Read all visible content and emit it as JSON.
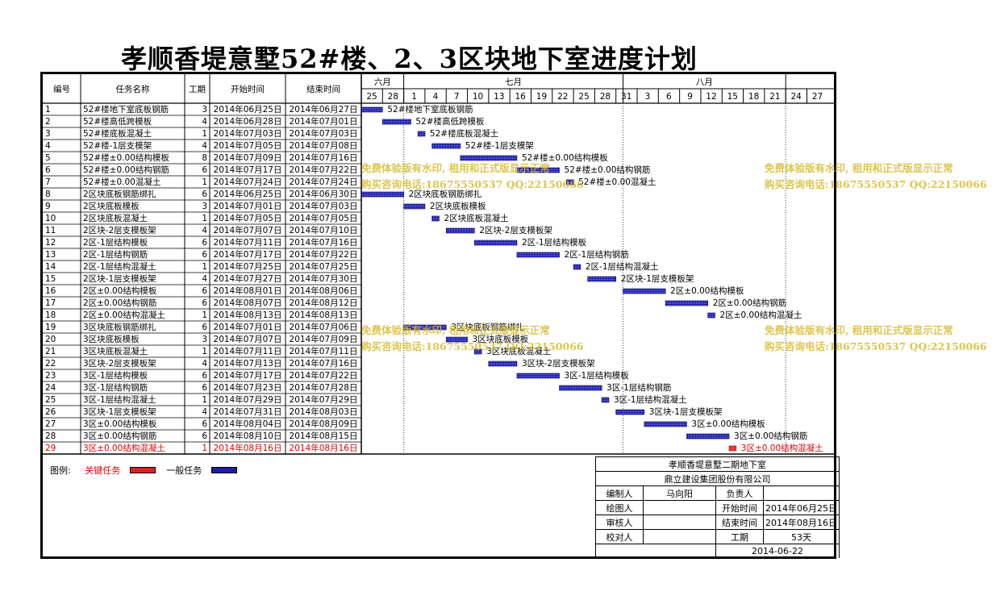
{
  "title": "孝顺香堤意墅52#楼、2、3区块地下室进度计划",
  "headers": {
    "id": "编号",
    "name": "任务名称",
    "dur": "工期",
    "start": "开始时间",
    "end": "结束时间"
  },
  "months": [
    {
      "label": "六月",
      "from": 0,
      "to": 6
    },
    {
      "label": "七月",
      "from": 6,
      "to": 37
    },
    {
      "label": "八月",
      "from": 37,
      "to": 60
    }
  ],
  "day_ticks": [
    {
      "label": "25",
      "d": 0
    },
    {
      "label": "28",
      "d": 3
    },
    {
      "label": "1",
      "d": 6
    },
    {
      "label": "4",
      "d": 9
    },
    {
      "label": "7",
      "d": 12
    },
    {
      "label": "10",
      "d": 15
    },
    {
      "label": "13",
      "d": 18
    },
    {
      "label": "16",
      "d": 21
    },
    {
      "label": "19",
      "d": 24
    },
    {
      "label": "22",
      "d": 27
    },
    {
      "label": "25",
      "d": 30
    },
    {
      "label": "28",
      "d": 33
    },
    {
      "label": "31",
      "d": 36
    },
    {
      "label": "3",
      "d": 39
    },
    {
      "label": "6",
      "d": 42
    },
    {
      "label": "9",
      "d": 45
    },
    {
      "label": "12",
      "d": 48
    },
    {
      "label": "15",
      "d": 51
    },
    {
      "label": "18",
      "d": 54
    },
    {
      "label": "21",
      "d": 57
    },
    {
      "label": "24",
      "d": 60
    },
    {
      "label": "27",
      "d": 63
    }
  ],
  "chart_data": {
    "type": "bar",
    "timeline_start": "2014-06-25",
    "tasks": [
      {
        "id": "1",
        "name": "52#楼地下室底板钢筋",
        "dur": 3,
        "start": "2014年06月25日",
        "end": "2014年06月27日",
        "s": 0,
        "critical": false
      },
      {
        "id": "2",
        "name": "52#楼高低跨模板",
        "dur": 4,
        "start": "2014年06月28日",
        "end": "2014年07月01日",
        "s": 3,
        "critical": false
      },
      {
        "id": "3",
        "name": "52#楼底板混凝土",
        "dur": 1,
        "start": "2014年07月03日",
        "end": "2014年07月03日",
        "s": 8,
        "critical": false
      },
      {
        "id": "4",
        "name": "52#楼-1层支模架",
        "dur": 4,
        "start": "2014年07月05日",
        "end": "2014年07月08日",
        "s": 10,
        "critical": false
      },
      {
        "id": "5",
        "name": "52#楼±0.00结构模板",
        "dur": 8,
        "start": "2014年07月09日",
        "end": "2014年07月16日",
        "s": 14,
        "critical": false
      },
      {
        "id": "6",
        "name": "52#楼±0.00结构钢筋",
        "dur": 6,
        "start": "2014年07月17日",
        "end": "2014年07月22日",
        "s": 22,
        "critical": false
      },
      {
        "id": "7",
        "name": "52#楼±0.00混凝土",
        "dur": 1,
        "start": "2014年07月24日",
        "end": "2014年07月24日",
        "s": 29,
        "critical": false
      },
      {
        "id": "8",
        "name": "2区块底板钢筋绑扎",
        "dur": 6,
        "start": "2014年06月25日",
        "end": "2014年06月30日",
        "s": 0,
        "critical": false
      },
      {
        "id": "9",
        "name": "2区块底板模板",
        "dur": 3,
        "start": "2014年07月01日",
        "end": "2014年07月03日",
        "s": 6,
        "critical": false
      },
      {
        "id": "10",
        "name": "2区块底板混凝土",
        "dur": 1,
        "start": "2014年07月05日",
        "end": "2014年07月05日",
        "s": 10,
        "critical": false
      },
      {
        "id": "11",
        "name": "2区块-2层支模板架",
        "dur": 4,
        "start": "2014年07月07日",
        "end": "2014年07月10日",
        "s": 12,
        "critical": false
      },
      {
        "id": "12",
        "name": "2区-1层结构模板",
        "dur": 6,
        "start": "2014年07月11日",
        "end": "2014年07月16日",
        "s": 16,
        "critical": false
      },
      {
        "id": "13",
        "name": "2区-1层结构钢筋",
        "dur": 6,
        "start": "2014年07月17日",
        "end": "2014年07月22日",
        "s": 22,
        "critical": false
      },
      {
        "id": "14",
        "name": "2区-1层结构混凝土",
        "dur": 1,
        "start": "2014年07月25日",
        "end": "2014年07月25日",
        "s": 30,
        "critical": false
      },
      {
        "id": "15",
        "name": "2区块-1层支模板架",
        "dur": 4,
        "start": "2014年07月27日",
        "end": "2014年07月30日",
        "s": 32,
        "critical": false
      },
      {
        "id": "16",
        "name": "2区±0.00结构模板",
        "dur": 6,
        "start": "2014年08月01日",
        "end": "2014年08月06日",
        "s": 37,
        "critical": false
      },
      {
        "id": "17",
        "name": "2区±0.00结构钢筋",
        "dur": 6,
        "start": "2014年08月07日",
        "end": "2014年08月12日",
        "s": 43,
        "critical": false
      },
      {
        "id": "18",
        "name": "2区±0.00结构混凝土",
        "dur": 1,
        "start": "2014年08月13日",
        "end": "2014年08月13日",
        "s": 49,
        "critical": false
      },
      {
        "id": "19",
        "name": "3区块底板钢筋绑扎",
        "dur": 6,
        "start": "2014年07月01日",
        "end": "2014年07月06日",
        "s": 6,
        "critical": false
      },
      {
        "id": "20",
        "name": "3区块底板模板",
        "dur": 3,
        "start": "2014年07月07日",
        "end": "2014年07月09日",
        "s": 12,
        "critical": false
      },
      {
        "id": "21",
        "name": "3区块底板混凝土",
        "dur": 1,
        "start": "2014年07月11日",
        "end": "2014年07月11日",
        "s": 16,
        "critical": false
      },
      {
        "id": "22",
        "name": "3区块-2层支模板架",
        "dur": 4,
        "start": "2014年07月13日",
        "end": "2014年07月16日",
        "s": 18,
        "critical": false
      },
      {
        "id": "23",
        "name": "3区-1层结构模板",
        "dur": 6,
        "start": "2014年07月17日",
        "end": "2014年07月22日",
        "s": 22,
        "critical": false
      },
      {
        "id": "24",
        "name": "3区-1层结构钢筋",
        "dur": 6,
        "start": "2014年07月23日",
        "end": "2014年07月28日",
        "s": 28,
        "critical": false
      },
      {
        "id": "25",
        "name": "3区-1层结构混凝土",
        "dur": 1,
        "start": "2014年07月29日",
        "end": "2014年07月29日",
        "s": 34,
        "critical": false
      },
      {
        "id": "26",
        "name": "3区块-1层支模板架",
        "dur": 4,
        "start": "2014年07月31日",
        "end": "2014年08月03日",
        "s": 36,
        "critical": false
      },
      {
        "id": "27",
        "name": "3区±0.00结构模板",
        "dur": 6,
        "start": "2014年08月04日",
        "end": "2014年08月09日",
        "s": 40,
        "critical": false
      },
      {
        "id": "28",
        "name": "3区±0.00结构钢筋",
        "dur": 6,
        "start": "2014年08月10日",
        "end": "2014年08月15日",
        "s": 46,
        "critical": false
      },
      {
        "id": "29",
        "name": "3区±0.00结构混凝土",
        "dur": 1,
        "start": "2014年08月16日",
        "end": "2014年08月16日",
        "s": 52,
        "critical": true
      }
    ]
  },
  "legend": {
    "label": "图例:",
    "critical": "关键任务",
    "normal": "一般任务"
  },
  "info": {
    "project": "孝顺香堤意墅二期地下室",
    "company": "鼎立建设集团股份有限公司",
    "compiler_label": "编制人",
    "compiler": "马向阳",
    "owner_label": "负责人",
    "drawer_label": "绘图人",
    "start_label": "开始时间",
    "start": "2014年06月25日",
    "reviewer_label": "审核人",
    "end_label": "结束时间",
    "end": "2014年08月16日",
    "checker_label": "校对人",
    "dur_label": "工期",
    "dur": "53天",
    "date": "2014-06-22"
  },
  "watermark": {
    "line1": "免费体验版有水印, 租用和正式版显示正常",
    "line2": "购买咨询电话:18675550537 QQ:22150066"
  },
  "colors": {
    "normal_bar": "#1c1cb0",
    "critical_bar": "#e02020",
    "critical_text": "#e00000",
    "watermark": "#d6b828"
  }
}
